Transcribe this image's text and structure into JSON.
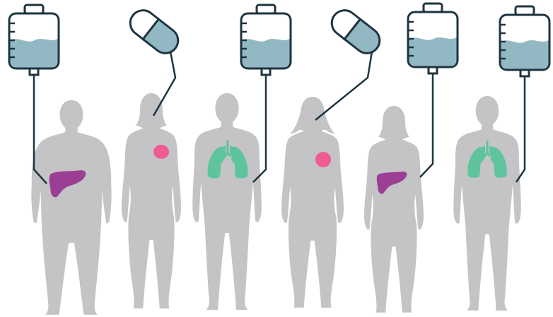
{
  "colors": {
    "silhouette": "#c4c4c6",
    "outline": "#1e3440",
    "fluid": "#92b8c4",
    "container": "#ffffff",
    "liver": "#9b3f95",
    "stomach": "#ee5c92",
    "lungs": "#5ec49e"
  },
  "figures": [
    {
      "body": "broad",
      "treatment": "iv-bag-icon",
      "organ": "liver"
    },
    {
      "body": "female",
      "treatment": "capsule-icon",
      "organ": "stomach"
    },
    {
      "body": "male",
      "treatment": "iv-bag-icon",
      "organ": "lungs"
    },
    {
      "body": "female-long-hair",
      "treatment": "capsule-icon",
      "organ": "stomach"
    },
    {
      "body": "female",
      "treatment": "iv-bag-icon",
      "organ": "liver"
    },
    {
      "body": "male",
      "treatment": "iv-bag-icon",
      "organ": "lungs"
    }
  ]
}
